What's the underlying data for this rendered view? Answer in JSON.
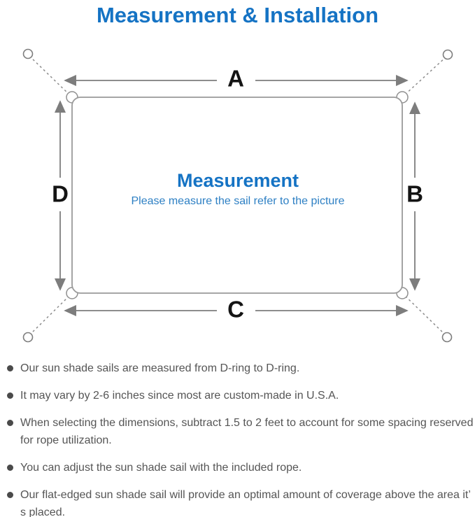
{
  "title": "Measurement & Installation",
  "diagram": {
    "labels": {
      "top": "A",
      "right": "B",
      "bottom": "C",
      "left": "D"
    },
    "center": {
      "heading": "Measurement",
      "subheading": "Please measure the sail refer to the picture"
    }
  },
  "colors": {
    "accent_blue": "#1573c4",
    "subtitle_blue": "#2e80c4",
    "diagram_gray": "#7d7d7d",
    "text_gray": "#555555"
  },
  "notes": [
    "Our sun shade sails are measured from D-ring to D-ring.",
    "It may vary by 2-6 inches since most are custom-made in U.S.A.",
    "When selecting the dimensions, subtract 1.5 to 2 feet to account for some spacing reserved for rope utilization.",
    "You can adjust the sun shade sail with the included rope.",
    "Our flat-edged sun shade sail will provide an optimal amount of coverage above the area it’ s placed."
  ]
}
